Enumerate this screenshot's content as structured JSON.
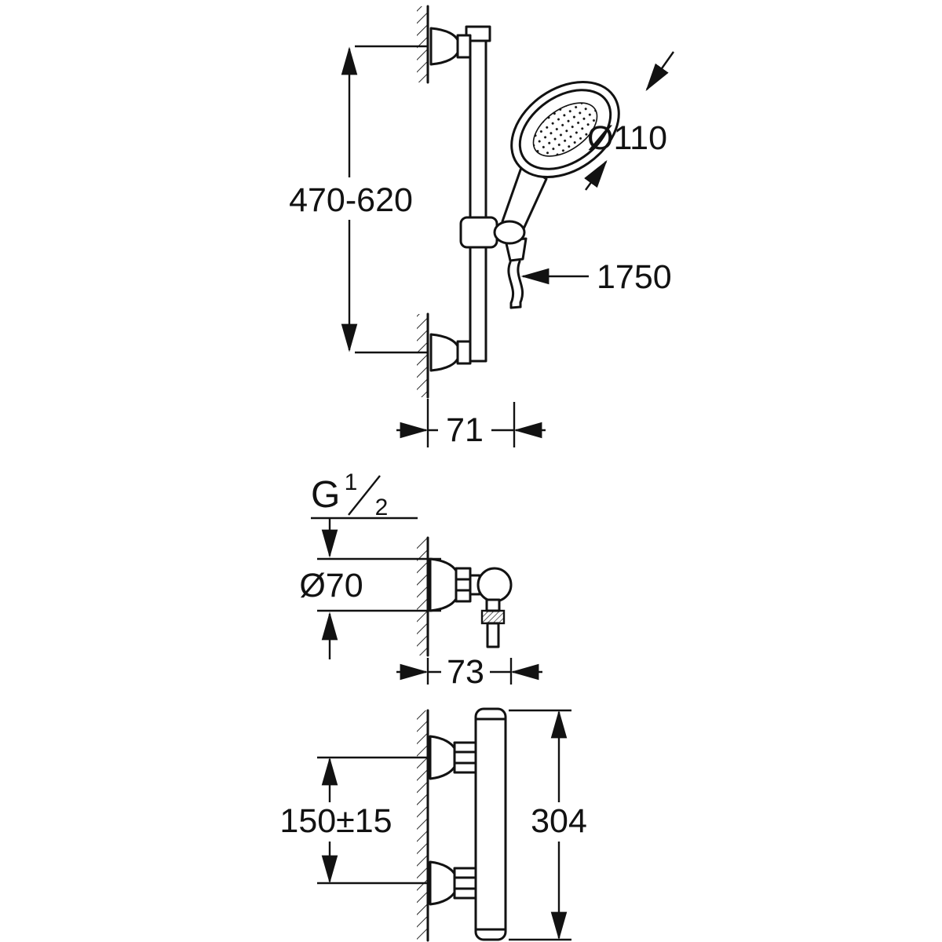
{
  "colors": {
    "background": "#ffffff",
    "line": "#121212"
  },
  "views": {
    "shower_rail": {
      "labels": {
        "bar_height_range": "470-620",
        "handshower_diameter": "Ø110",
        "hose_length": "1750",
        "wall_clearance": "71"
      }
    },
    "valve": {
      "labels": {
        "thread_letter": "G",
        "thread_numerator": "1",
        "thread_denominator": "2",
        "rosette_diameter": "Ø70",
        "wall_depth": "73"
      }
    },
    "thermostat": {
      "labels": {
        "connection_distance": "150±15",
        "body_height": "304"
      }
    }
  }
}
